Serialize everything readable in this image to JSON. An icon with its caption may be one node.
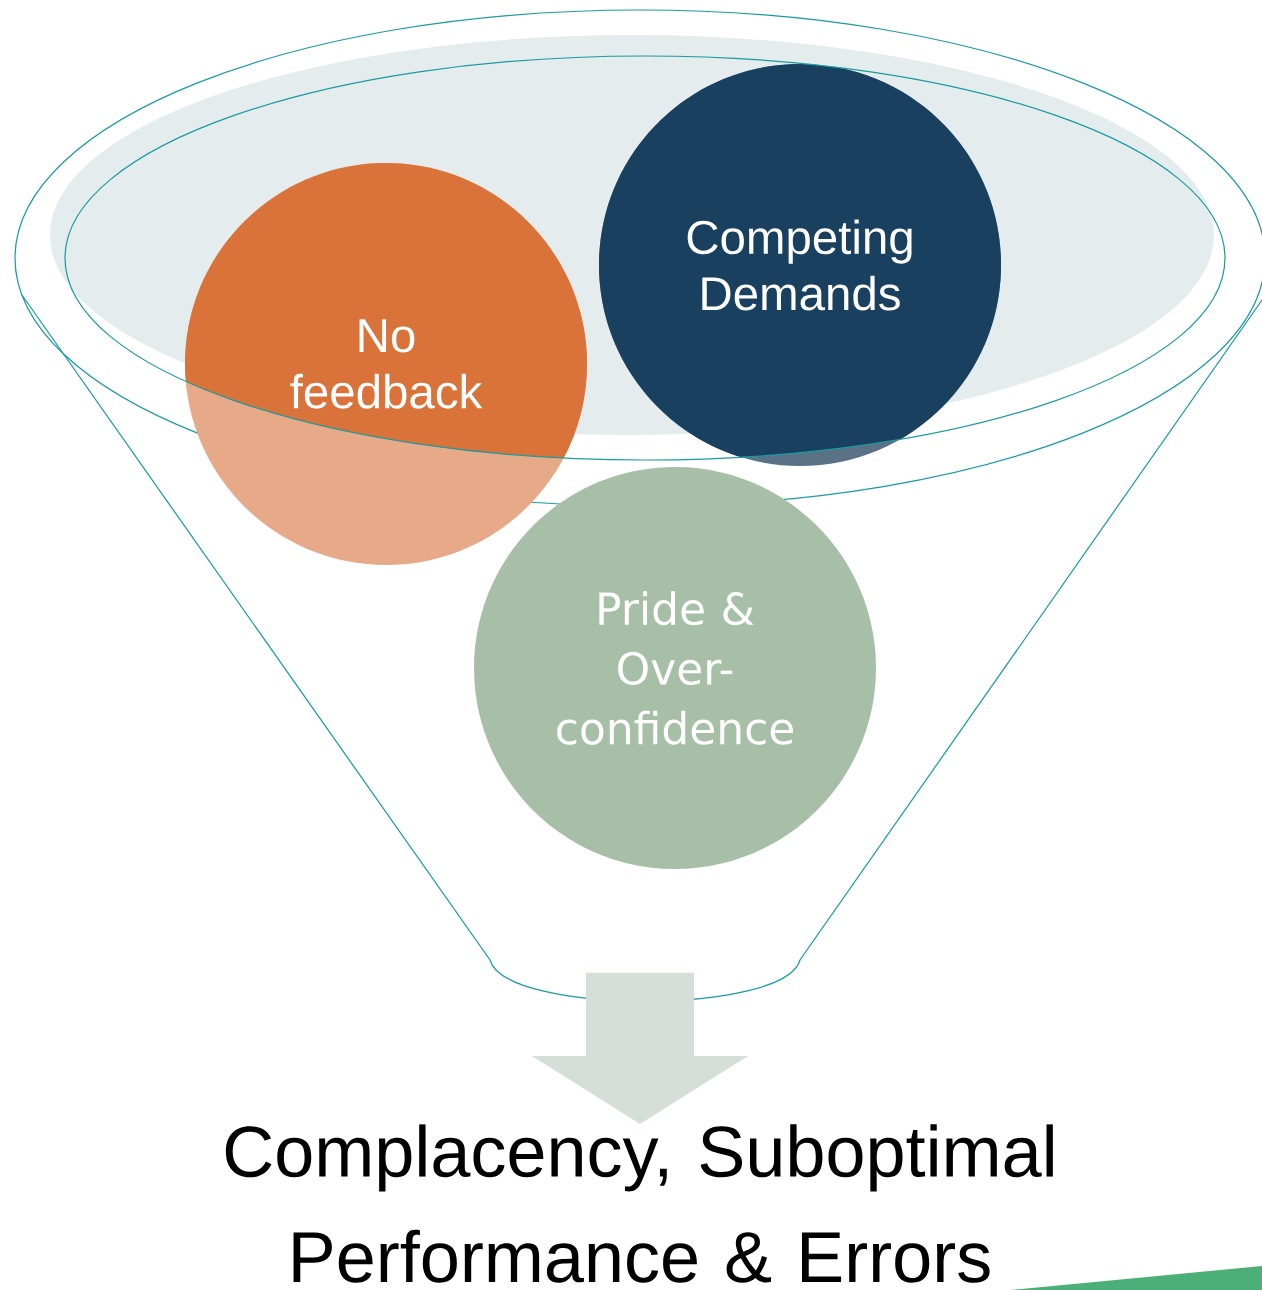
{
  "diagram": {
    "nodes": [
      {
        "text": [],
        "shape": "funnel"
      },
      {
        "text": [
          "No feedback"
        ],
        "in": 0
      },
      {
        "text": [
          "Competing Demands"
        ],
        "in": 0
      },
      {
        "text": [
          "Pride & Over-confidence"
        ]
      },
      {
        "text": [
          "Complacency, Suboptimal Performance & Errors"
        ]
      }
    ],
    "edges": [
      {
        "from": 0,
        "to": 4,
        "arrow": "to",
        "style": "thick",
        "color": "#d5dfd7"
      }
    ]
  }
}
